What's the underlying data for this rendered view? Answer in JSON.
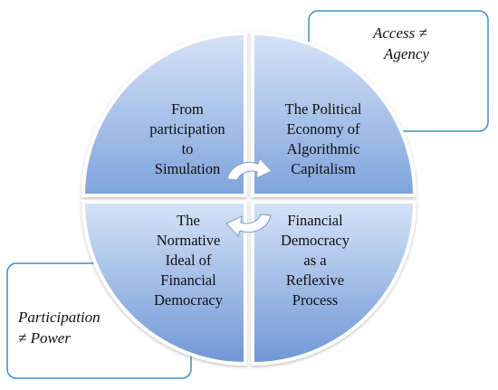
{
  "callouts": {
    "top_right": {
      "lines": [
        "Access ≠",
        "Agency"
      ]
    },
    "bottom_left": {
      "lines": [
        "Participation",
        "≠ Power"
      ]
    }
  },
  "quadrants": {
    "top_left": {
      "lines": [
        "From",
        "participation",
        "to",
        "Simulation"
      ]
    },
    "top_right": {
      "lines": [
        "The Political",
        "Economy of",
        "Algorithmic",
        "Capitalism"
      ]
    },
    "bottom_left": {
      "lines": [
        "The",
        "Normative",
        "Ideal of",
        "Financial",
        "Democracy"
      ]
    },
    "bottom_right": {
      "lines": [
        "Financial",
        "Democracy",
        "as a",
        "Reflexive",
        "Process"
      ]
    }
  },
  "colors": {
    "quadrant_light": "#d6e3f7",
    "quadrant_dark": "#6f97d6",
    "quadrant_border": "#ffffff",
    "callout_border": "#3f8fc4",
    "arrow_fill": "#ffffff",
    "arrow_stroke": "#8aa4c8"
  },
  "icons": [
    "cycle-arrow-icon"
  ]
}
